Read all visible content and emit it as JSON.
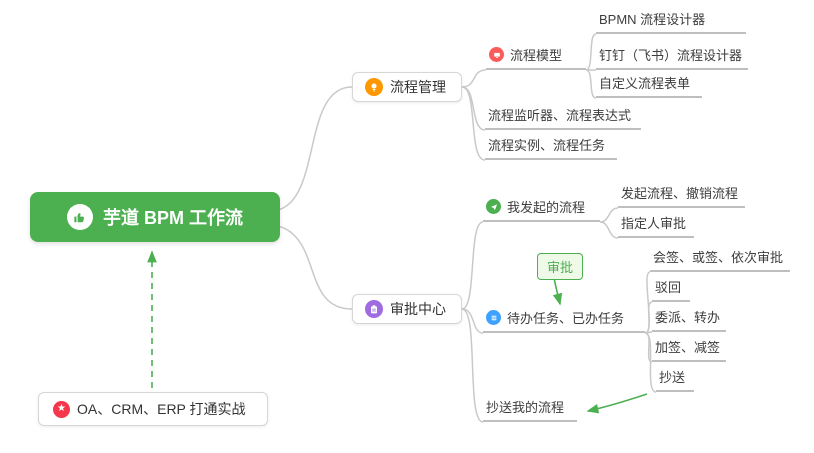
{
  "colors": {
    "root_bg": "#4caf50",
    "line": "#c9c9c9",
    "arrow_green": "#4caf50",
    "icon_orange": "#ff9800",
    "icon_red": "#fa5c5c",
    "icon_green": "#4caf50",
    "icon_blue": "#3da2ff",
    "icon_purple": "#9e6be0",
    "icon_crimson": "#f5364b"
  },
  "root": {
    "label": "芋道 BPM 工作流",
    "icon": "thumbs-up-icon"
  },
  "nodes": {
    "process_mgmt": "流程管理",
    "process_model": "流程模型",
    "bpmn_designer": "BPMN 流程设计器",
    "dingtalk_designer": "钉钉（飞书）流程设计器",
    "custom_form": "自定义流程表单",
    "listener_expression": "流程监听器、流程表达式",
    "instance_task": "流程实例、流程任务",
    "approval_center": "审批中心",
    "my_initiated": "我发起的流程",
    "initiate_cancel": "发起流程、撤销流程",
    "assignee_approval": "指定人审批",
    "todo_done": "待办任务、已办任务",
    "countersign": "会签、或签、依次审批",
    "reject": "驳回",
    "delegate_transfer": "委派、转办",
    "add_reduce_sign": "加签、减签",
    "cc": "抄送",
    "cc_my_flow": "抄送我的流程",
    "oa_crm_erp": "OA、CRM、ERP 打通实战",
    "approval_tag": "审批",
    "star_glyph": "★"
  }
}
